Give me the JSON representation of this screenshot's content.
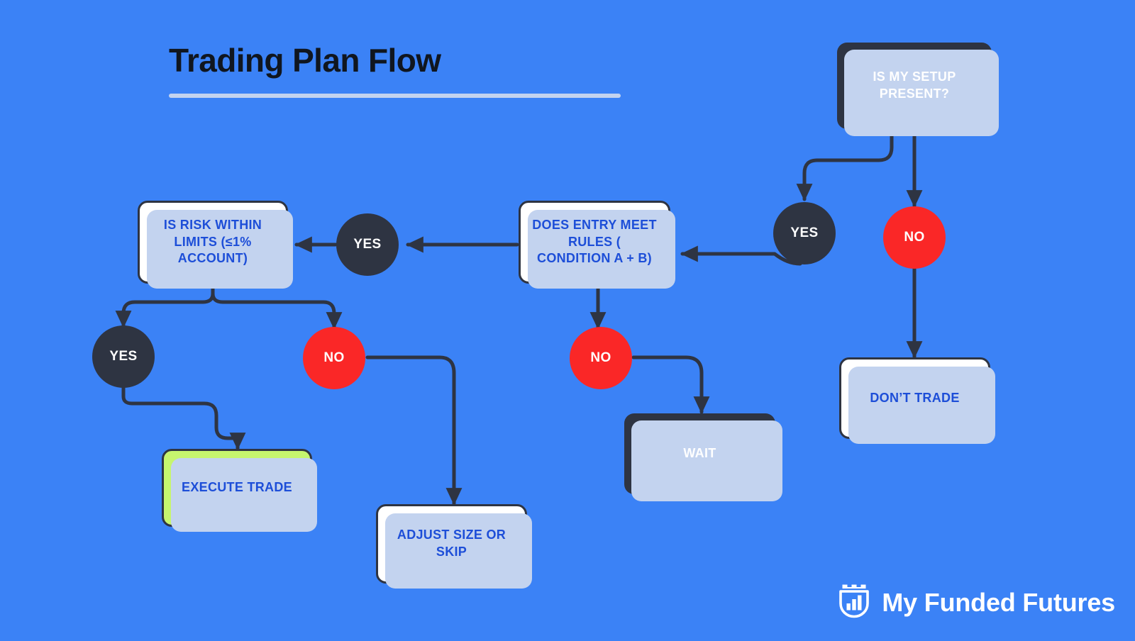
{
  "page": {
    "title": "Trading Plan Flow",
    "background_color": "#3b82f6",
    "shadow_color": "#c3d3ef",
    "stroke_color": "#2e3442"
  },
  "chart_data": {
    "type": "diagram",
    "subtype": "flowchart",
    "title": "Trading Plan Flow",
    "nodes": [
      {
        "id": "setup",
        "label": "IS MY SETUP PRESENT?",
        "shape": "rounded-rect",
        "style": "dark",
        "fill": "#2e3442",
        "text_color": "#ffffff"
      },
      {
        "id": "entry",
        "label": "DOES ENTRY MEET RULES ( CONDITION A + B)",
        "shape": "rounded-rect",
        "style": "white",
        "fill": "#ffffff",
        "text_color": "#1d4ed8"
      },
      {
        "id": "risk",
        "label": "IS RISK WITHIN LIMITS (≤1% ACCOUNT)",
        "shape": "rounded-rect",
        "style": "white",
        "fill": "#ffffff",
        "text_color": "#1d4ed8"
      },
      {
        "id": "execute",
        "label": "EXECUTE TRADE",
        "shape": "rounded-rect",
        "style": "green",
        "fill": "#c6f56e",
        "text_color": "#1d4ed8"
      },
      {
        "id": "adjust",
        "label": "ADJUST SIZE OR SKIP",
        "shape": "rounded-rect",
        "style": "white",
        "fill": "#ffffff",
        "text_color": "#1d4ed8"
      },
      {
        "id": "wait",
        "label": "WAIT",
        "shape": "rounded-rect",
        "style": "dark",
        "fill": "#2e3442",
        "text_color": "#ffffff"
      },
      {
        "id": "dont",
        "label": "DON’T TRADE",
        "shape": "rounded-rect",
        "style": "white",
        "fill": "#ffffff",
        "text_color": "#1d4ed8"
      }
    ],
    "decisions": [
      {
        "id": "setup-yes",
        "label": "YES",
        "style": "yes",
        "fill": "#2e3442"
      },
      {
        "id": "setup-no",
        "label": "NO",
        "style": "no",
        "fill": "#fa2727"
      },
      {
        "id": "entry-yes",
        "label": "YES",
        "style": "yes",
        "fill": "#2e3442"
      },
      {
        "id": "entry-no",
        "label": "NO",
        "style": "no",
        "fill": "#fa2727"
      },
      {
        "id": "risk-yes",
        "label": "YES",
        "style": "yes",
        "fill": "#2e3442"
      },
      {
        "id": "risk-no",
        "label": "NO",
        "style": "no",
        "fill": "#fa2727"
      }
    ],
    "edges": [
      {
        "from": "setup",
        "to": "setup-yes",
        "label": ""
      },
      {
        "from": "setup",
        "to": "setup-no",
        "label": ""
      },
      {
        "from": "setup-yes",
        "to": "entry",
        "label": ""
      },
      {
        "from": "setup-no",
        "to": "dont",
        "label": ""
      },
      {
        "from": "entry",
        "to": "entry-yes",
        "label": ""
      },
      {
        "from": "entry",
        "to": "entry-no",
        "label": ""
      },
      {
        "from": "entry-yes",
        "to": "risk",
        "label": ""
      },
      {
        "from": "entry-no",
        "to": "wait",
        "label": ""
      },
      {
        "from": "risk",
        "to": "risk-yes",
        "label": ""
      },
      {
        "from": "risk",
        "to": "risk-no",
        "label": ""
      },
      {
        "from": "risk-yes",
        "to": "execute",
        "label": ""
      },
      {
        "from": "risk-no",
        "to": "adjust",
        "label": ""
      }
    ]
  },
  "nodes": {
    "setup": {
      "label": "IS MY SETUP PRESENT?"
    },
    "entry": {
      "label": "DOES ENTRY MEET RULES ( CONDITION A + B)"
    },
    "risk": {
      "label": "IS RISK WITHIN LIMITS (≤1% ACCOUNT)"
    },
    "execute": {
      "label": "EXECUTE TRADE"
    },
    "adjust": {
      "label": "ADJUST SIZE OR SKIP"
    },
    "wait": {
      "label": "WAIT"
    },
    "dont": {
      "label": "DON’T TRADE"
    }
  },
  "decisions": {
    "setup_yes": {
      "label": "YES"
    },
    "setup_no": {
      "label": "NO"
    },
    "entry_yes": {
      "label": "YES"
    },
    "entry_no": {
      "label": "NO"
    },
    "risk_yes": {
      "label": "YES"
    },
    "risk_no": {
      "label": "NO"
    }
  },
  "brand": {
    "name": "My Funded Futures",
    "icon": "shield-chart-icon"
  }
}
